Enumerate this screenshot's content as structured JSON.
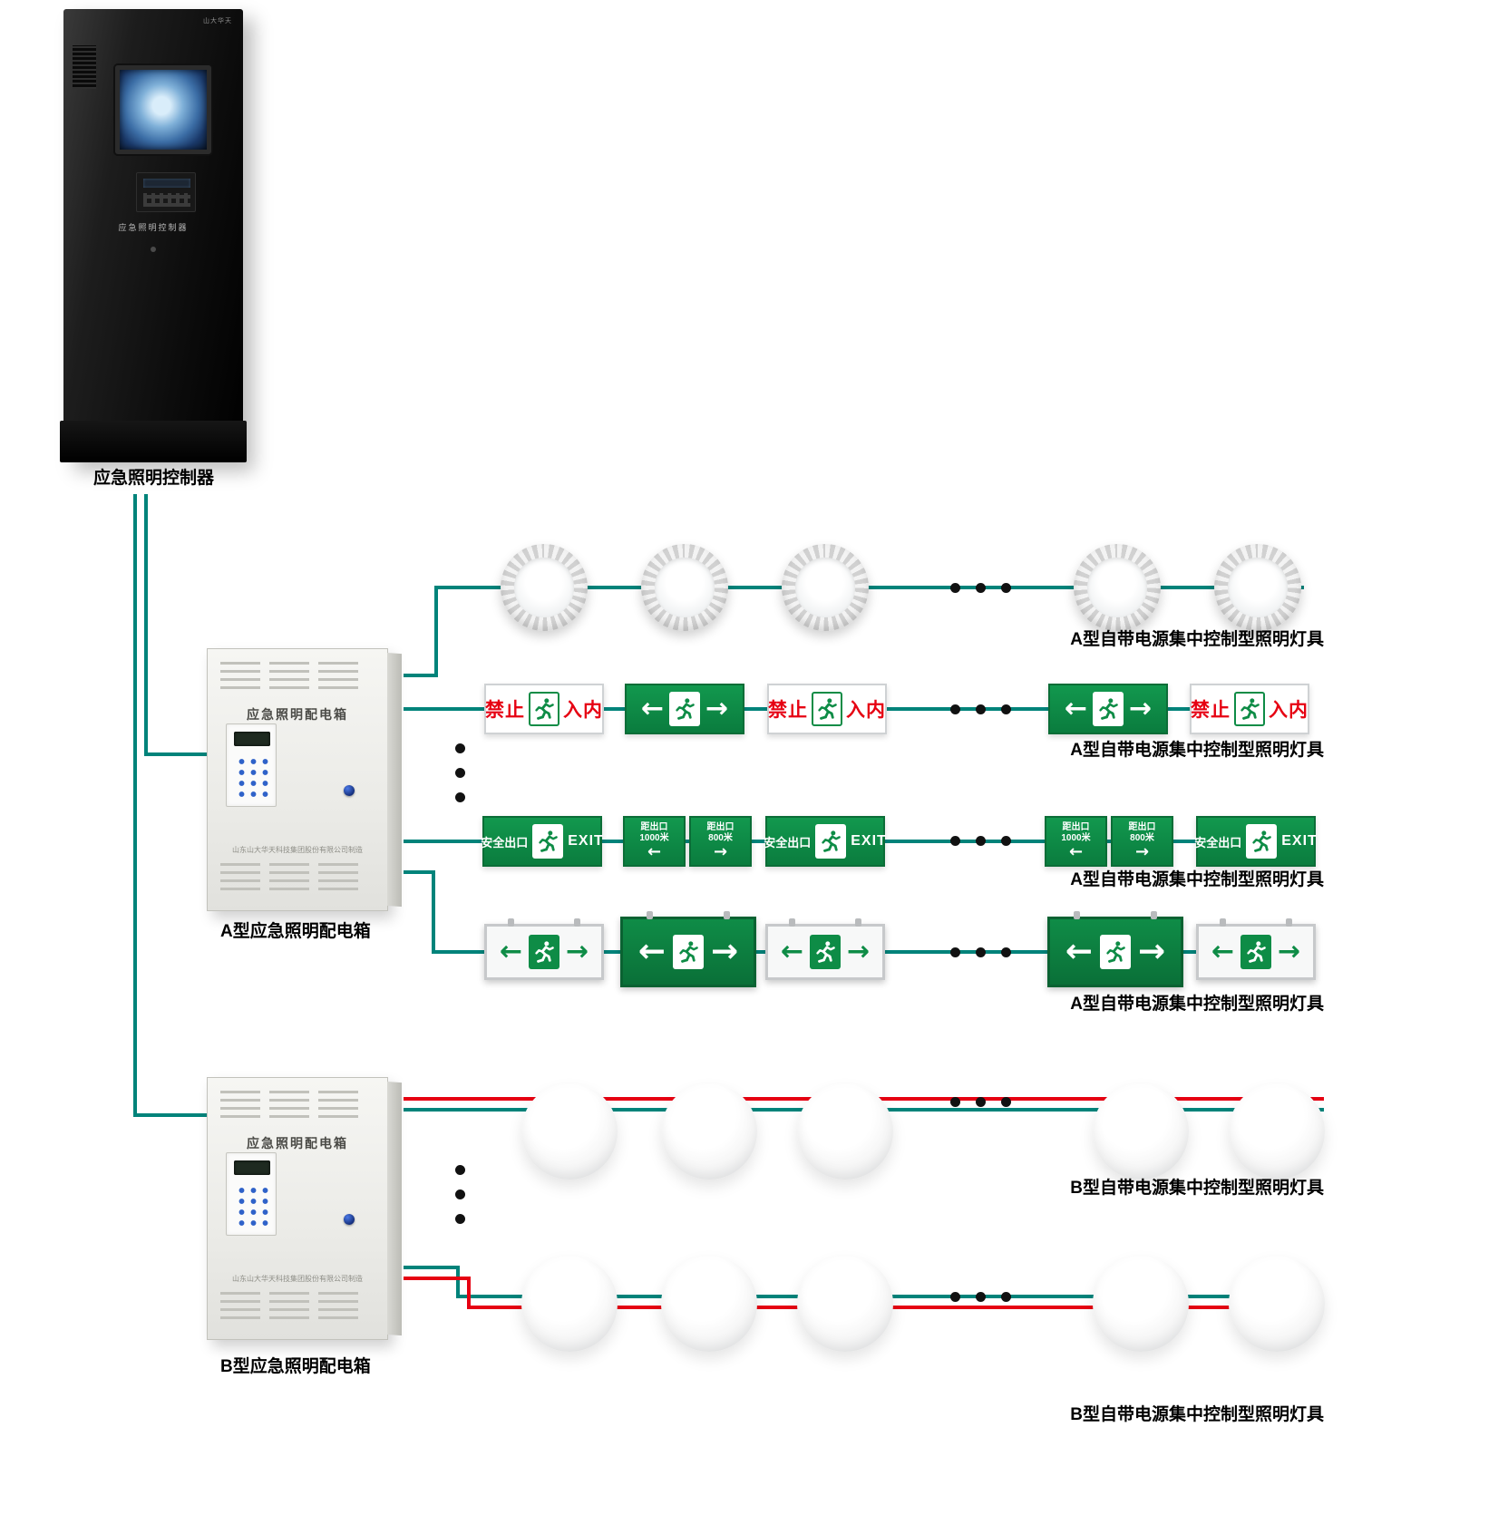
{
  "labels": {
    "controller": "应急照明控制器",
    "box_a": "A型应急照明配电箱",
    "box_b": "B型应急照明配电箱",
    "row_a": "A型自带电源集中控制型照明灯具",
    "row_b": "B型自带电源集中控制型照明灯具"
  },
  "cabinet": {
    "brand": "山大华天",
    "door_label": "应急照明控制器"
  },
  "distribution_box": {
    "title": "应急照明配电箱",
    "manufacturer": "山东山大华天科技集团股份有限公司制造"
  },
  "signs": {
    "no_entry_left": "禁止",
    "no_entry_right": "入内",
    "safe_exit": "安全出口",
    "exit_en": "EXIT",
    "dist_prefix": "距出口",
    "dist_1000": "1000米",
    "dist_800": "800米",
    "arrow_left": "←",
    "arrow_right": "→"
  },
  "colors": {
    "wire_teal": "#00837A",
    "wire_red": "#E60012",
    "sign_green": "#0E8C46",
    "no_entry_red": "#E60012"
  }
}
